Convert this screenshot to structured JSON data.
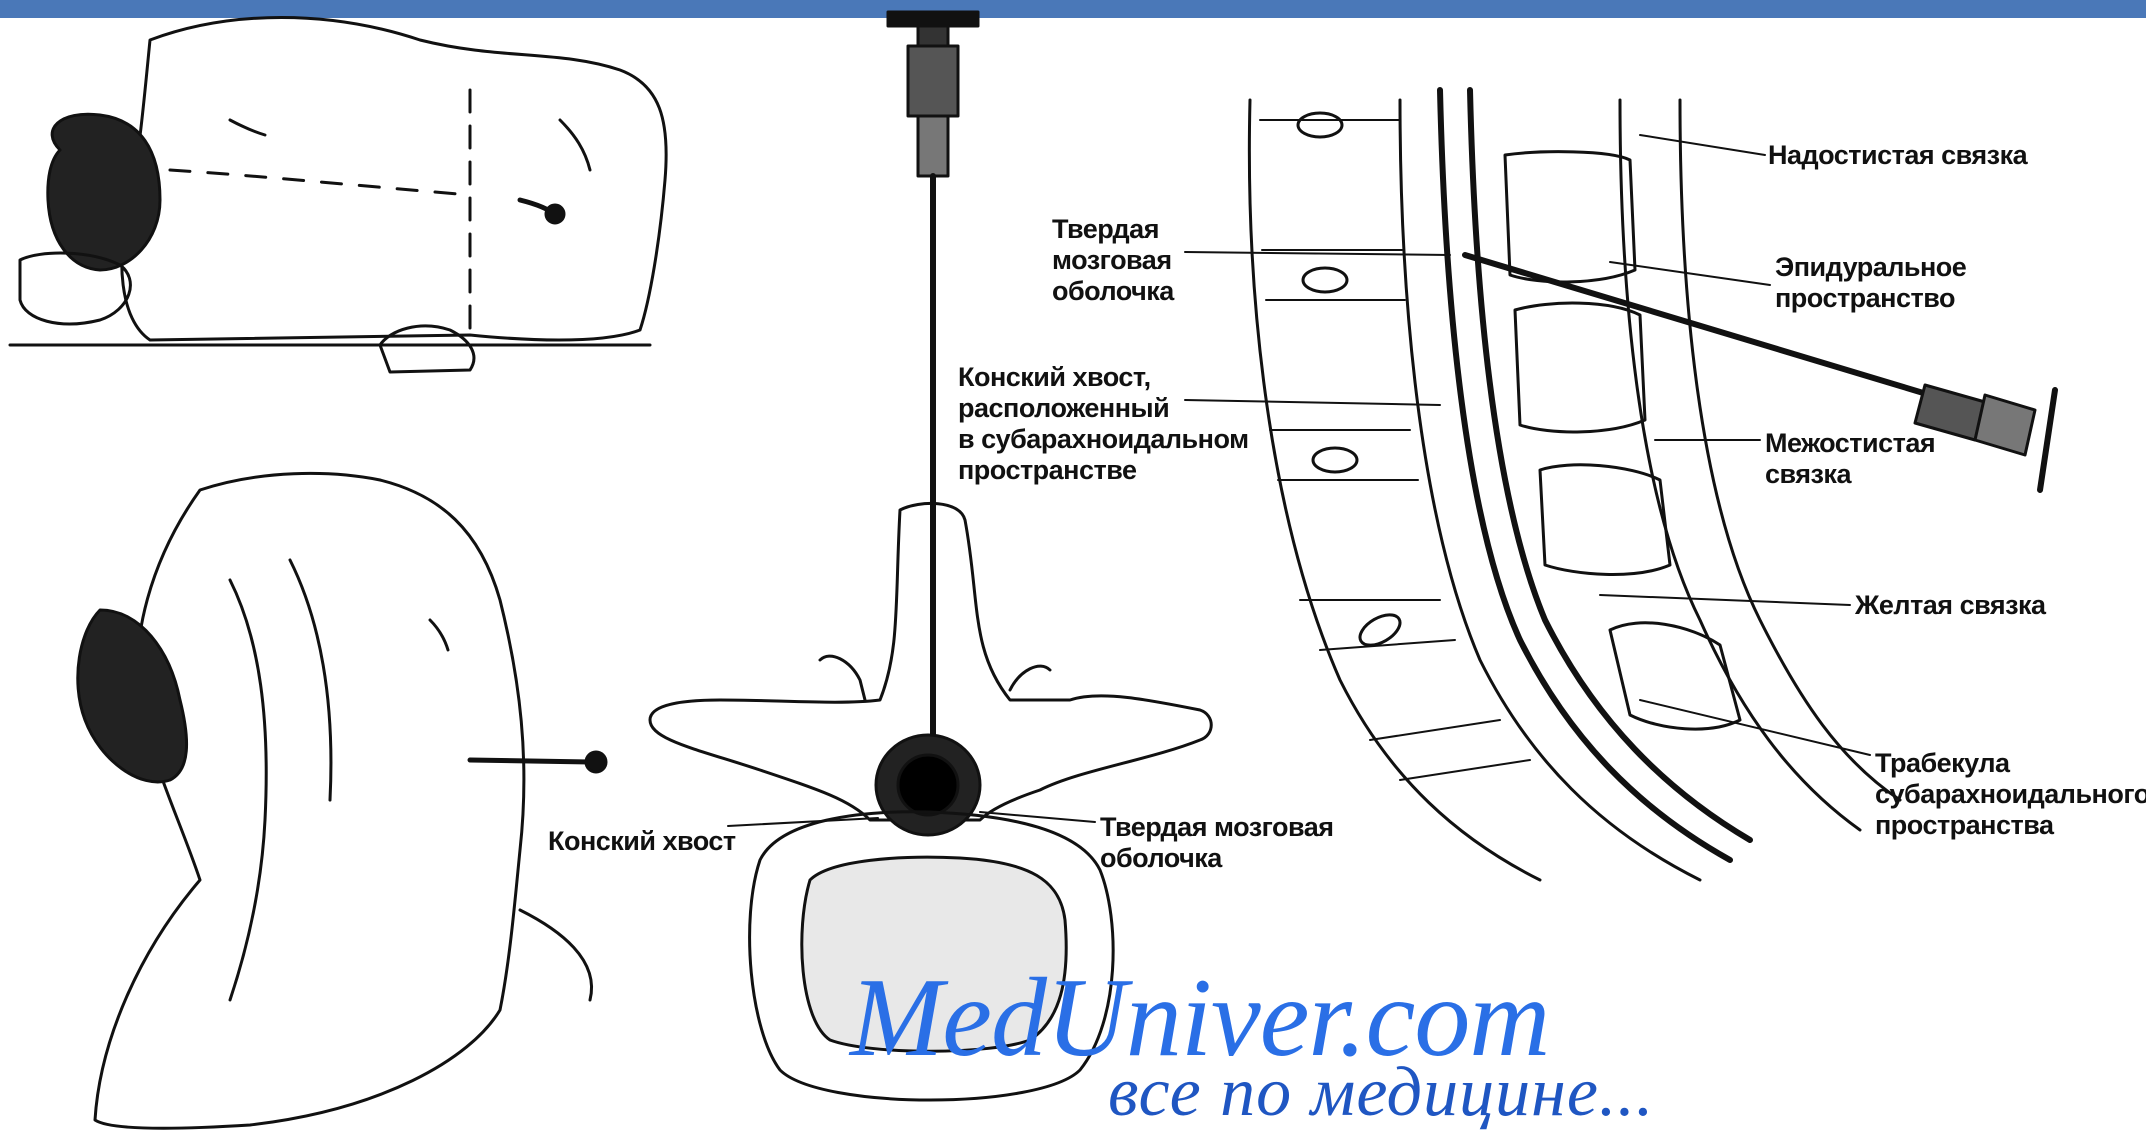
{
  "colors": {
    "topbar": "#4a78b8",
    "ink": "#111111",
    "watermark_main": "#2a6fe6",
    "watermark_sub": "#1f56c2"
  },
  "labels": {
    "supraspinous_ligament": "Надостистая связка",
    "dura_mater_side": [
      "Твердая",
      "мозговая",
      "оболочка"
    ],
    "epidural_space": [
      "Эпидуральное",
      "пространство"
    ],
    "cauda_equina_subarachnoid": [
      "Конский хвост,",
      "расположенный",
      "в субарахноидальном",
      "пространстве"
    ],
    "interspinous_ligament": [
      "Межостистая",
      "связка"
    ],
    "ligamentum_flavum": "Желтая связка",
    "trabecula": [
      "Трабекула",
      "субарахноидального",
      "пространства"
    ],
    "cauda_equina": "Конский хвост",
    "dura_mater_axial": [
      "Твердая мозговая",
      "оболочка"
    ]
  },
  "watermark": {
    "main": "MedUniver.com",
    "sub": "все по медицине..."
  }
}
